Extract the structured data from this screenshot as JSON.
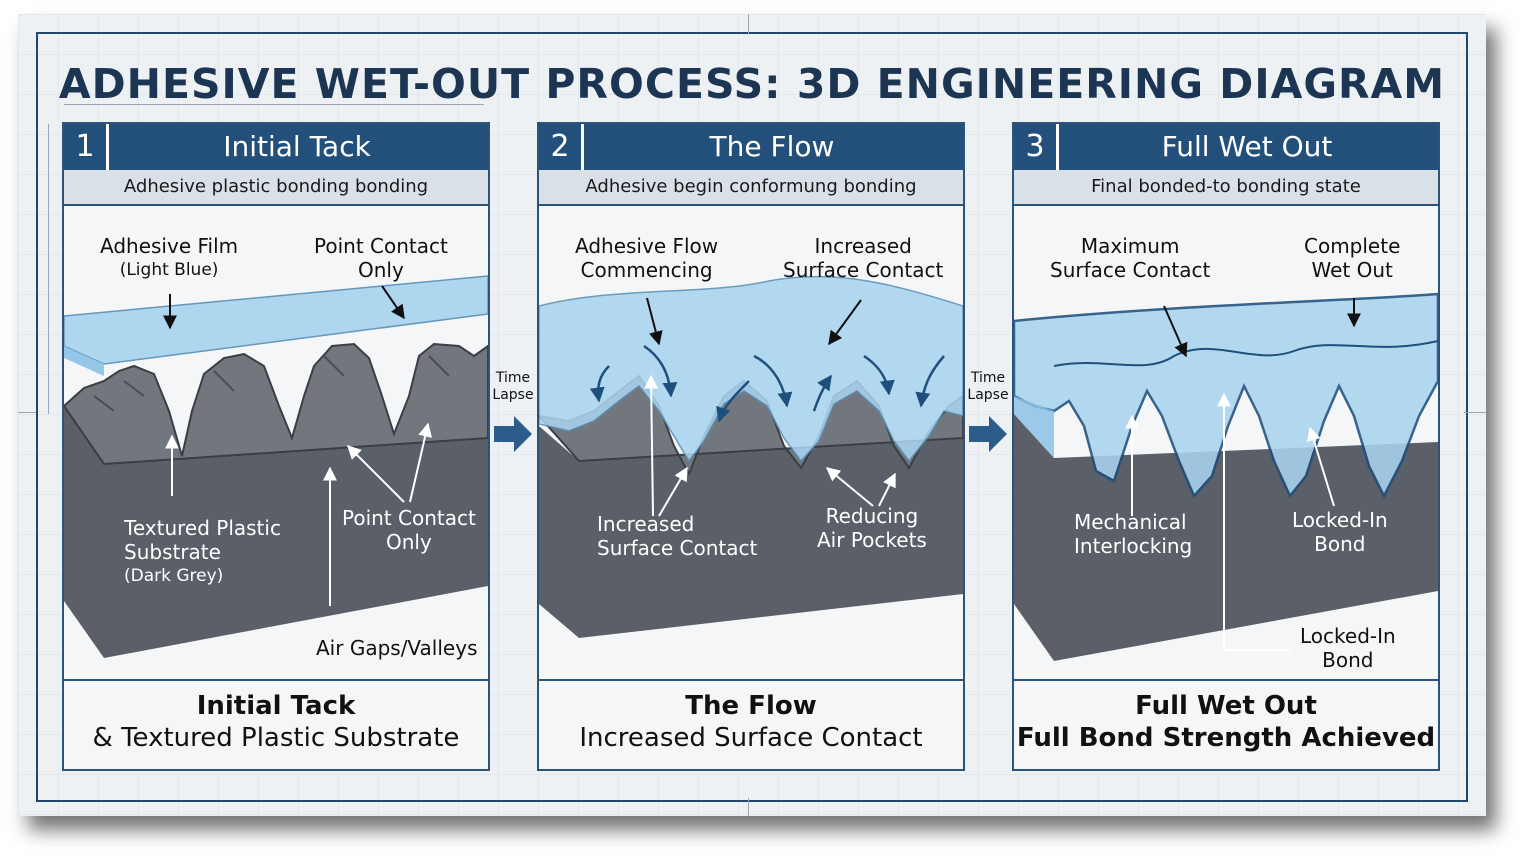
{
  "title": "ADHESIVE WET-OUT PROCESS: 3D ENGINEERING DIAGRAM",
  "colors": {
    "header": "#23507b",
    "adhesive": "#a8d3ef",
    "substrate": "#5c6068",
    "substrate_top": "#74777e",
    "frame": "#22476c"
  },
  "time_lapse": [
    "Time",
    "Lapse"
  ],
  "panels": [
    {
      "number": "1",
      "title": "Initial Tack",
      "subtitle": "Adhesive plastic bonding bonding",
      "labels": {
        "adhesive_film": "Adhesive Film",
        "adhesive_film_note": "(Light Blue)",
        "point_contact_top_1": "Point Contact",
        "point_contact_top_2": "Only",
        "substrate_1": "Textured Plastic",
        "substrate_2": "Substrate",
        "substrate_note": "(Dark Grey)",
        "point_contact_bottom_1": "Point Contact",
        "point_contact_bottom_2": "Only",
        "air_gaps": "Air Gaps/Valleys"
      },
      "caption_1": "Initial Tack",
      "caption_2": "& Textured Plastic Substrate"
    },
    {
      "number": "2",
      "title": "The Flow",
      "subtitle": "Adhesive begin conformung bonding",
      "labels": {
        "flow_1": "Adhesive Flow",
        "flow_2": "Commencing",
        "increased_top_1": "Increased",
        "increased_top_2": "Surface Contact",
        "increased_bottom_1": "Increased",
        "increased_bottom_2": "Surface Contact",
        "reducing_1": "Reducing",
        "reducing_2": "Air Pockets"
      },
      "caption_1": "The Flow",
      "caption_2": "Increased Surface Contact"
    },
    {
      "number": "3",
      "title": "Full Wet Out",
      "subtitle": "Final bonded-to bonding state",
      "labels": {
        "max_1": "Maximum",
        "max_2": "Surface Contact",
        "complete_1": "Complete",
        "complete_2": "Wet Out",
        "mech_1": "Mechanical",
        "mech_2": "Interlocking",
        "locked_a_1": "Locked-In",
        "locked_a_2": "Bond",
        "locked_b_1": "Locked-In",
        "locked_b_2": "Bond"
      },
      "caption_1": "Full Wet Out",
      "caption_2": "Full Bond Strength Achieved"
    }
  ]
}
